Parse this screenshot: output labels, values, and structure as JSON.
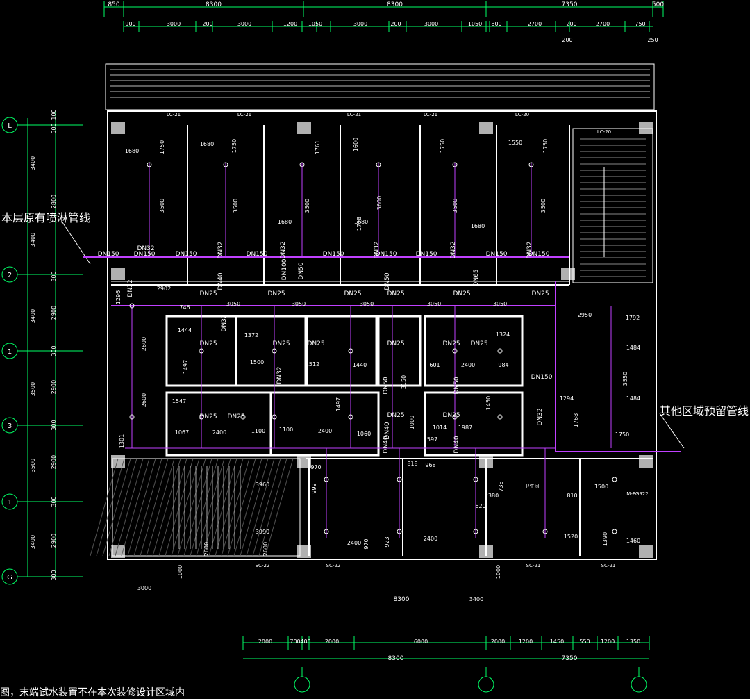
{
  "colors": {
    "background": "#000000",
    "dimension": "#00ff66",
    "wall": "#ffffff",
    "pipe": "#c040ff",
    "text": "#ffffff",
    "column": "#b0b0b0"
  },
  "callouts": {
    "left": "本层原有喷淋管线",
    "right": "其他区域预留管线",
    "bottom": "图，末端试水装置不在本次装修设计区域内"
  },
  "top_overall_dims": [
    "850",
    "8300",
    "8300",
    "7350",
    "500"
  ],
  "top_detail_dims": [
    "900",
    "3000",
    "200",
    "3000",
    "1200",
    "1050",
    "3000",
    "200",
    "3000",
    "1050",
    "800",
    "2700",
    "200",
    "2700",
    "750"
  ],
  "top_small_dims": [
    "200",
    "250"
  ],
  "left_axis_bubbles": [
    "L",
    "2",
    "1",
    "3",
    "1",
    "G"
  ],
  "left_overall_dims": [
    "3400",
    "3400",
    "3400",
    "3500",
    "3500",
    "3400"
  ],
  "left_detail_dims": [
    "100",
    "500",
    "2800",
    "300",
    "2900",
    "300",
    "2900",
    "300",
    "2900",
    "300",
    "2900",
    "300"
  ],
  "window_tags": [
    "LC-21",
    "LC-21",
    "LC-21",
    "LC-21",
    "LC-20",
    "LC-20"
  ],
  "bottom_window_tags": [
    "SC-22",
    "SC-22",
    "SC-21",
    "SC-21"
  ],
  "bottom_detail_dims": [
    "2000",
    "700",
    "400",
    "2000",
    "6000",
    "2000",
    "1200",
    "1450",
    "550",
    "1200",
    "1350"
  ],
  "bottom_overall_dims": [
    "8300",
    "7350"
  ],
  "bottom_misc_dims": [
    "3000",
    "8300",
    "3400"
  ],
  "pipe_labels": [
    "DN150",
    "DN150",
    "DN150",
    "DN150",
    "DN150",
    "DN150",
    "DN150",
    "DN150",
    "DN150",
    "DN150",
    "DN100",
    "DN65",
    "DN50",
    "DN50",
    "DN50",
    "DN50",
    "DN40",
    "DN40",
    "DN40",
    "DN40",
    "DN32",
    "DN32",
    "DN32",
    "DN32",
    "DN32",
    "DN32",
    "DN32",
    "DN32",
    "DN32",
    "DN32",
    "DN25",
    "DN25",
    "DN25",
    "DN25",
    "DN25",
    "DN25",
    "DN25",
    "DN25",
    "DN25",
    "DN25",
    "DN25",
    "DN25",
    "DN25",
    "DN25",
    "DN25",
    "DN25"
  ],
  "room_dims": [
    "1680",
    "1680",
    "1680",
    "1680",
    "1550",
    "1750",
    "1750",
    "1761",
    "1600",
    "1750",
    "1750",
    "3500",
    "3500",
    "3500",
    "3600",
    "3500",
    "3500",
    "1758",
    "1680",
    "3050",
    "3050",
    "3050",
    "3050",
    "3050",
    "2902",
    "2950",
    "1444",
    "1372",
    "1500",
    "1512",
    "1440",
    "1497",
    "1324",
    "2400",
    "984",
    "601",
    "2600",
    "2600",
    "1497",
    "1450",
    "1987",
    "1014",
    "1067",
    "2400",
    "1100",
    "1100",
    "2400",
    "1060",
    "3150",
    "1000",
    "1597",
    "3550",
    "1484",
    "1484",
    "1294",
    "1768",
    "1750",
    "1792",
    "1296",
    "1301",
    "746",
    "1547",
    "818",
    "968",
    "738",
    "2380",
    "620",
    "810",
    "1500",
    "1520",
    "1390",
    "1460",
    "970",
    "999",
    "2400",
    "2400",
    "923",
    "970",
    "3960",
    "3990",
    "2600",
    "2600",
    "1000",
    "1000"
  ],
  "room_tag": "卫生间",
  "equipment_tag": "M-FG922"
}
